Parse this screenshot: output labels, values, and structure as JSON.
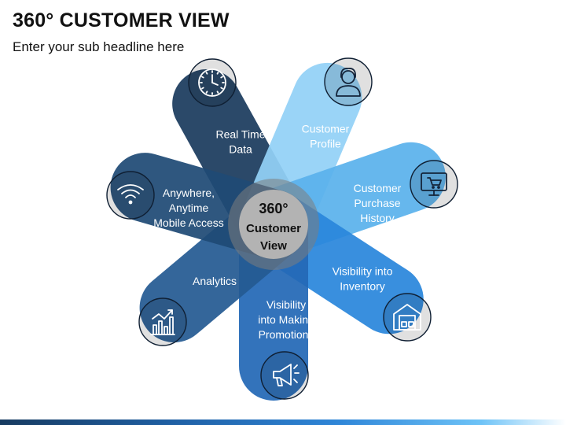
{
  "header": {
    "title": "360° CUSTOMER VIEW",
    "subtitle": "Enter your sub headline here"
  },
  "center": {
    "lines": [
      "360°",
      "Customer",
      "View"
    ]
  },
  "petals": [
    {
      "id": "real-time-data",
      "lines": [
        "Real Time",
        "Data"
      ],
      "icon": "clock-icon",
      "color": "#1b3b5e"
    },
    {
      "id": "customer-profile",
      "lines": [
        "Customer",
        "Profile"
      ],
      "icon": "customer-avatar-icon",
      "color": "#92d1f6"
    },
    {
      "id": "customer-purchase-history",
      "lines": [
        "Customer",
        "Purchase",
        "History"
      ],
      "icon": "shopping-cart-monitor-icon",
      "color": "#5ab1ec"
    },
    {
      "id": "visibility-into-inventory",
      "lines": [
        "Visibility into",
        "Inventory"
      ],
      "icon": "warehouse-icon",
      "color": "#2a86dc"
    },
    {
      "id": "visibility-into-making-promotions",
      "lines": [
        "Visibility",
        "into Making",
        "Promotions"
      ],
      "icon": "megaphone-icon",
      "color": "#2468b6"
    },
    {
      "id": "analytics",
      "lines": [
        "Analytics"
      ],
      "icon": "analytics-chart-icon",
      "color": "#255a92"
    },
    {
      "id": "anywhere-anytime-mobile-access",
      "lines": [
        "Anywhere,",
        "Anytime",
        "Mobile Access"
      ],
      "icon": "wifi-icon",
      "color": "#1f4a75"
    }
  ]
}
